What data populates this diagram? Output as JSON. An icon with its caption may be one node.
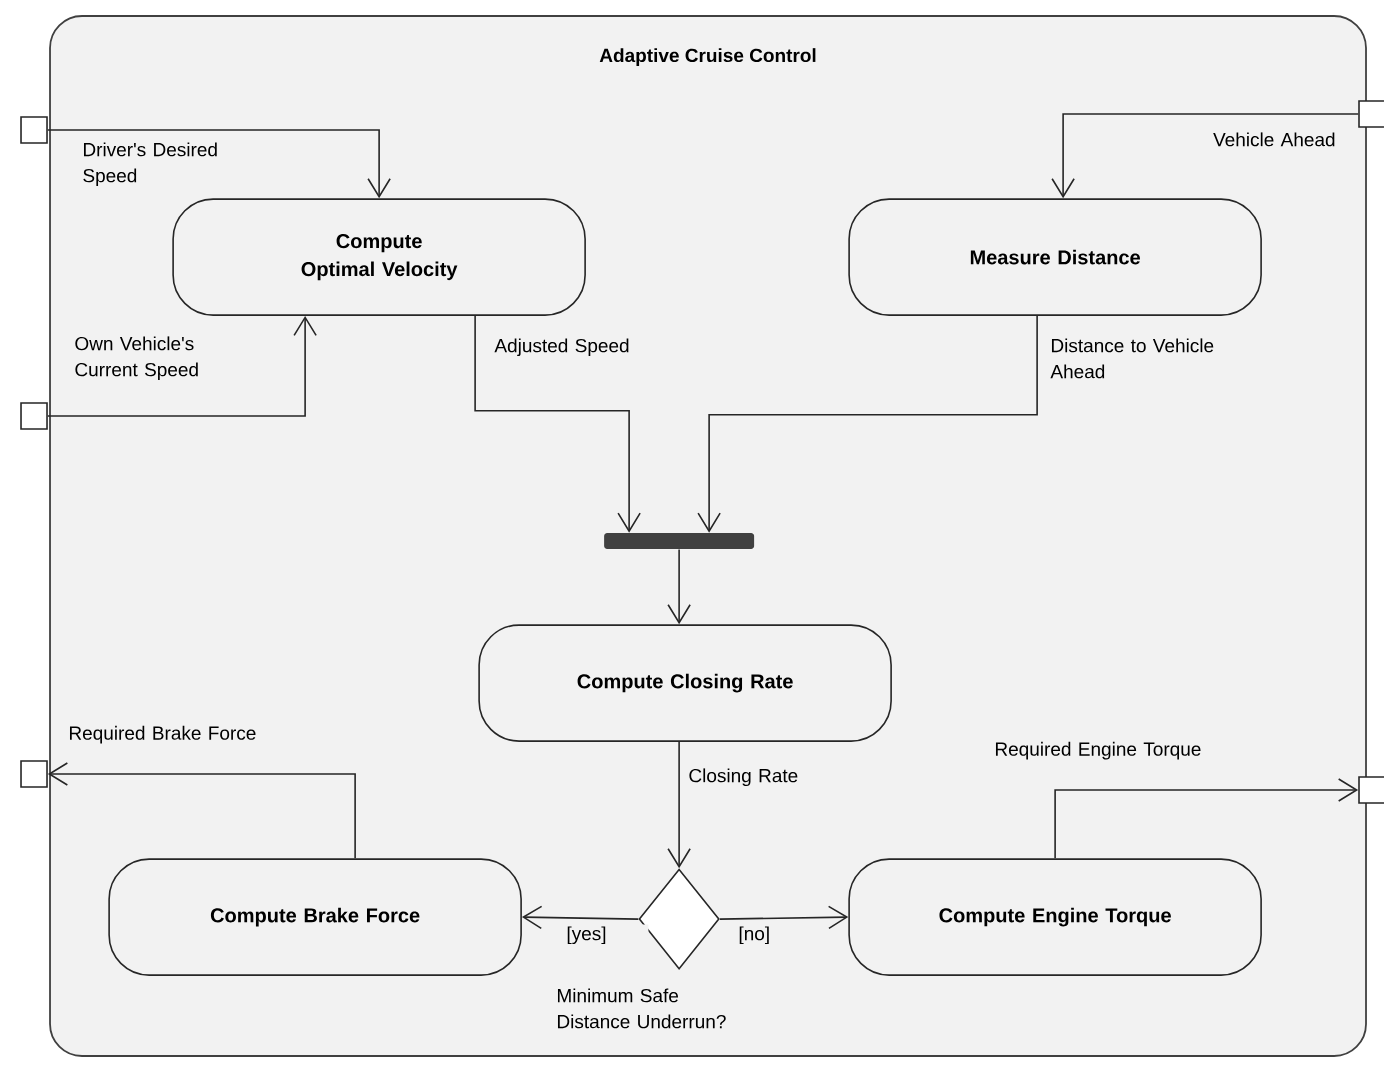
{
  "diagram": {
    "nodes": [
      {
        "text": [
          "Adaptive Cruise Control"
        ]
      },
      {
        "text": [],
        "shape": "box"
      },
      {
        "text": [],
        "shape": "box"
      },
      {
        "text": [],
        "shape": "box"
      },
      {
        "text": [
          "Compute Optimal Velocity"
        ],
        "in": 0
      },
      {
        "text": [
          "Measure Distance"
        ],
        "in": 0
      },
      {
        "text": [],
        "shape": "bar",
        "in": 0
      },
      {
        "text": [
          "Compute Closing Rate"
        ],
        "in": 0
      },
      {
        "text": [],
        "shape": "diamond",
        "in": 0,
        "beside": [
          "Minimum Safe Distance Underrun?"
        ]
      },
      {
        "text": [
          "Compute Brake Force"
        ],
        "in": 0
      },
      {
        "text": [
          "Compute Engine Torque"
        ],
        "in": 0
      },
      {
        "text": [],
        "shape": "box"
      },
      {
        "text": [],
        "shape": "box"
      }
    ],
    "edges": [
      {
        "from": 1,
        "to": 4,
        "arrow": "to"
      },
      {
        "from": 2,
        "to": 4,
        "arrow": "to"
      },
      {
        "from": 3,
        "to": 5,
        "arrow": "to"
      },
      {
        "from": 4,
        "to": 6,
        "arrow": "to",
        "label": "Adjusted Speed"
      },
      {
        "from": 5,
        "to": 6,
        "arrow": "to",
        "label": "Distance to Vehicle Ahead"
      },
      {
        "from": 6,
        "to": 7,
        "arrow": "to"
      },
      {
        "from": 7,
        "to": 8,
        "arrow": "to",
        "label": "Closing Rate"
      },
      {
        "from": 8,
        "to": 9,
        "arrow": "to",
        "label": "[yes]"
      },
      {
        "from": 8,
        "to": 10,
        "arrow": "to",
        "label": "[no]"
      },
      {
        "from": 9,
        "to": 11,
        "arrow": "to"
      },
      {
        "from": 10,
        "to": 12,
        "arrow": "to"
      }
    ],
    "labels": [
      "Driver's Desired Speed",
      "Vehicle Ahead",
      "Own Vehicle's Current Speed",
      "Required Brake Force",
      "Required Engine Torque"
    ]
  }
}
